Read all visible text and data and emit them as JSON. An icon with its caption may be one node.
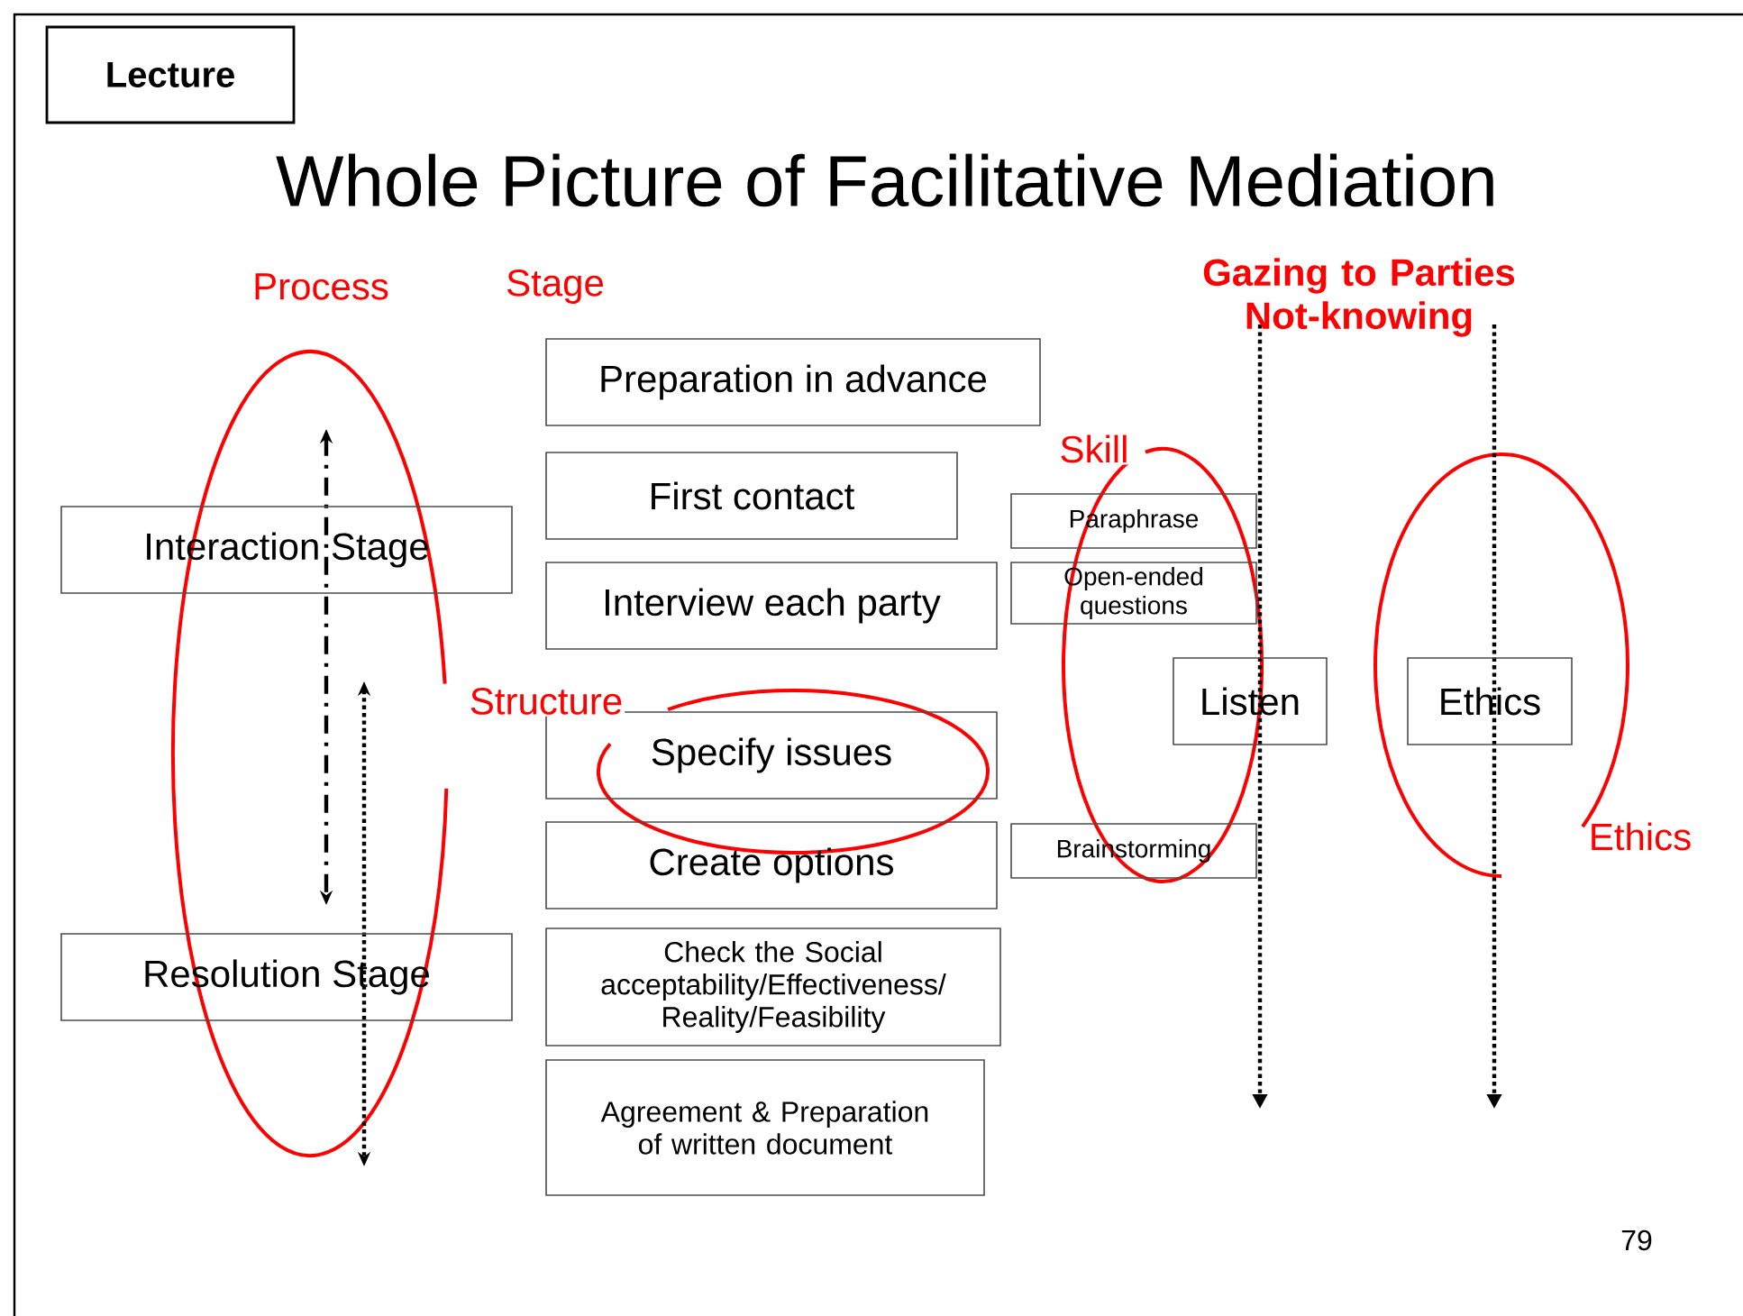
{
  "diagram": {
    "title": "Whole Picture of Facilitative Mediation",
    "nodes": [
      {
        "text": [
          "Lecture"
        ]
      },
      {
        "text": [
          "Interaction Stage"
        ]
      },
      {
        "text": [
          "Resolution Stage"
        ]
      },
      {
        "text": [
          "Preparation in advance"
        ]
      },
      {
        "text": [
          "First contact"
        ]
      },
      {
        "text": [
          "Interview each party"
        ]
      },
      {
        "text": [
          "Specify issues"
        ]
      },
      {
        "text": [
          "Create options"
        ]
      },
      {
        "text": [
          "Check the Social acceptability/Effectiveness/ Reality/Feasibility"
        ]
      },
      {
        "text": [
          "Agreement & Preparation of written document"
        ]
      },
      {
        "text": [
          "Paraphrase"
        ]
      },
      {
        "text": [
          "Open-ended questions"
        ]
      },
      {
        "text": [
          "Listen"
        ]
      },
      {
        "text": [
          "Ethics"
        ]
      },
      {
        "text": [
          "Brainstorming"
        ]
      }
    ],
    "labels": [
      "Process",
      "Stage",
      "Gazing to Parties Not-knowing",
      "Skill",
      "Structure",
      "Ethics",
      "79"
    ]
  }
}
